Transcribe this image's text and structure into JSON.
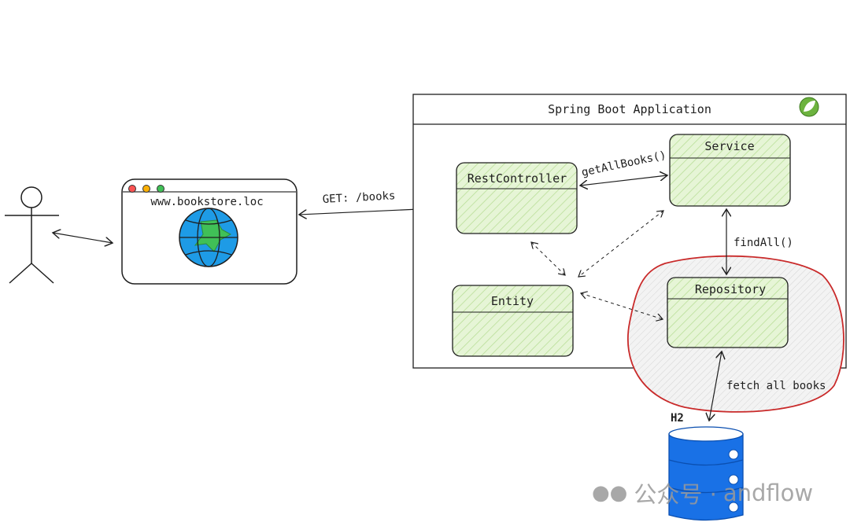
{
  "diagram": {
    "app_title": "Spring Boot Application",
    "browser_url": "www.bookstore.loc",
    "components": {
      "rest_controller": "RestController",
      "service": "Service",
      "entity": "Entity",
      "repository": "Repository"
    },
    "database": "H2",
    "edges": {
      "get_books": "GET: /books",
      "get_all_books": "getAllBooks()",
      "find_all": "findAll()",
      "fetch_all_books": "fetch all books"
    },
    "colors": {
      "component_fill": "#d8f0c0",
      "highlight": "#c92a2a",
      "database": "#1971e6",
      "globe_ocean": "#1e9be6",
      "globe_land": "#40c057"
    }
  },
  "watermark": {
    "prefix": "公众号 ·",
    "name": "andflow"
  }
}
